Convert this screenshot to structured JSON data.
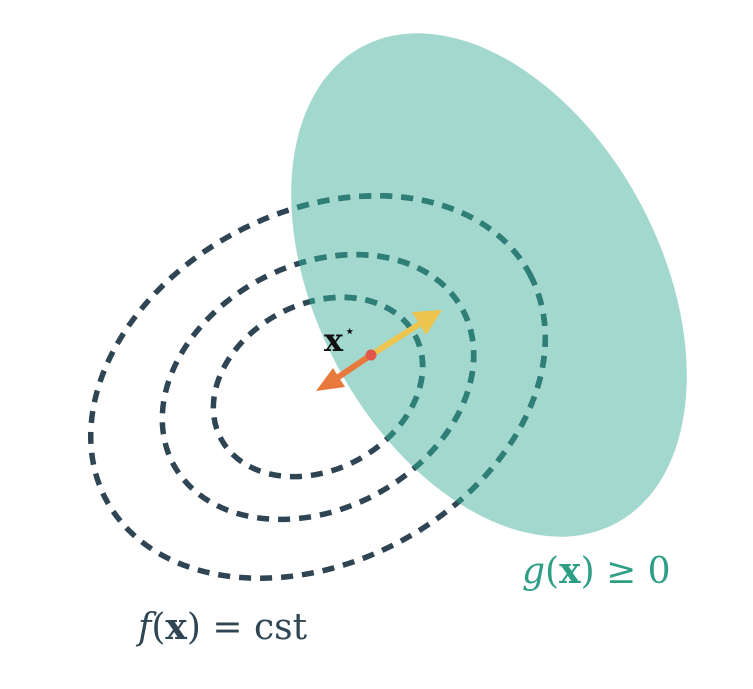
{
  "colors": {
    "feasible_region": "#a3d8cf",
    "constraint_contour": "#2e7f77",
    "objective_contour": "#2f4554",
    "gradient_f": "#e8793c",
    "gradient_g": "#ecc44e",
    "optimum_point": "#e2574c",
    "constraint_text": "#2e9e86",
    "objective_text": "#2f4554"
  },
  "labels": {
    "constraint": {
      "func": "g",
      "open": "(",
      "var": "x",
      "close": ")",
      "relation": " ≥ 0"
    },
    "objective": {
      "func": "f",
      "open": "(",
      "var": "x",
      "close": ")",
      "relation": " = cst"
    },
    "optimum": {
      "symbol": "x",
      "superscript": "⋆"
    }
  }
}
